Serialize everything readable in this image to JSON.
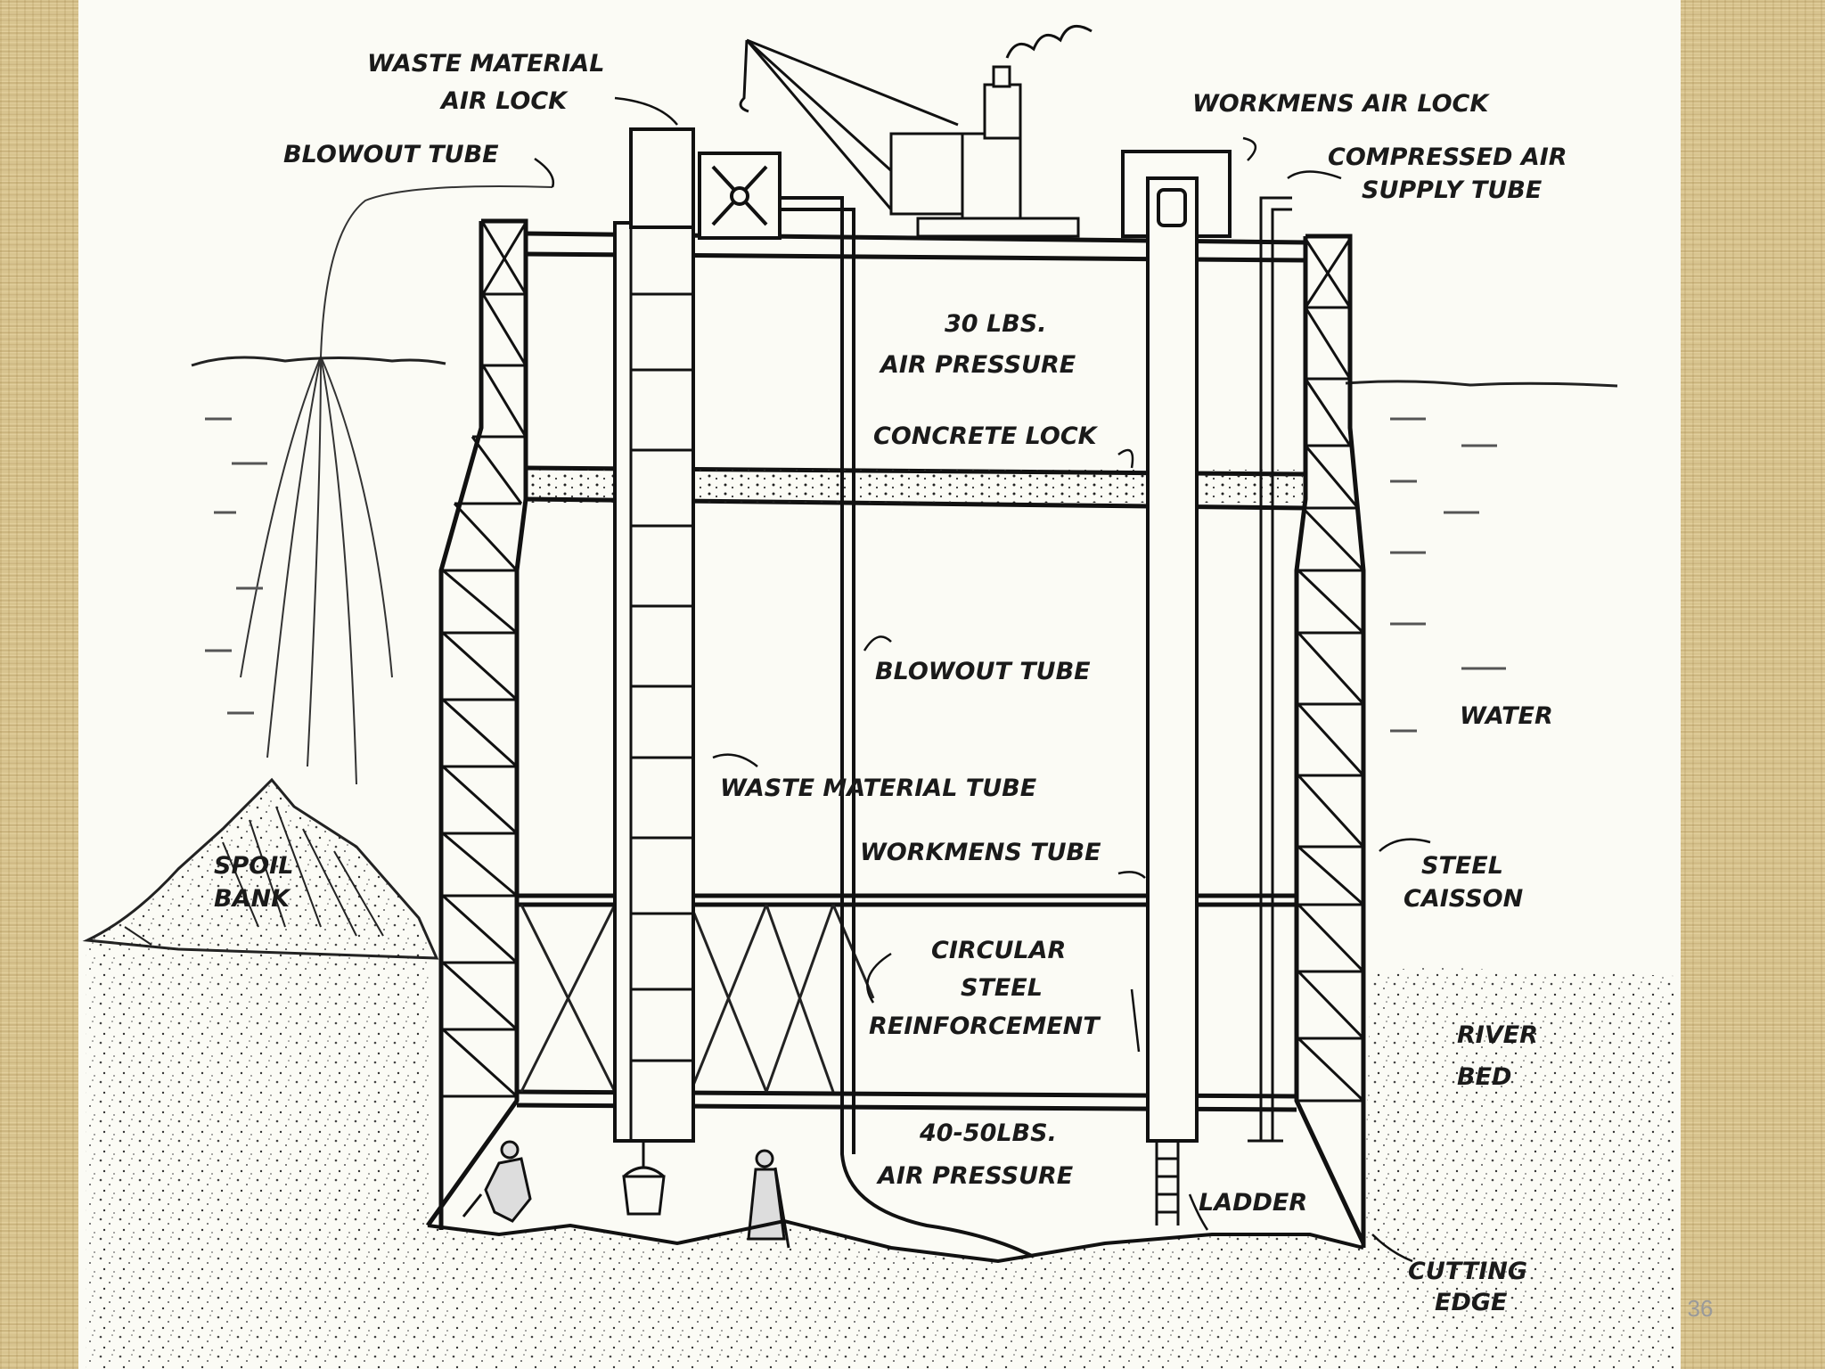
{
  "labels": {
    "waste_material_air_lock": [
      "WASTE MATERIAL",
      "AIR LOCK"
    ],
    "blowout_tube_top": "BLOWOUT TUBE",
    "workmens_air_lock": "WORKMENS AIR LOCK",
    "compressed_air_supply_tube": [
      "COMPRESSED AIR",
      "SUPPLY TUBE"
    ],
    "upper_air_pressure": [
      "30 LBS.",
      "AIR PRESSURE"
    ],
    "concrete_lock": "CONCRETE LOCK",
    "blowout_tube_mid": "BLOWOUT TUBE",
    "water": "WATER",
    "waste_material_tube": "WASTE MATERIAL TUBE",
    "workmens_tube": "WORKMENS TUBE",
    "spoil_bank": [
      "SPOIL",
      "BANK"
    ],
    "steel_caisson": [
      "STEEL",
      "CAISSON"
    ],
    "circular_steel_reinforcement": [
      "CIRCULAR",
      "STEEL",
      "REINFORCEMENT"
    ],
    "river_bed": [
      "RIVER",
      "BED"
    ],
    "lower_air_pressure": [
      "40-50LBS.",
      "AIR PRESSURE"
    ],
    "ladder": "LADDER",
    "cutting_edge": [
      "CUTTING",
      "EDGE"
    ]
  },
  "page_number": "36"
}
